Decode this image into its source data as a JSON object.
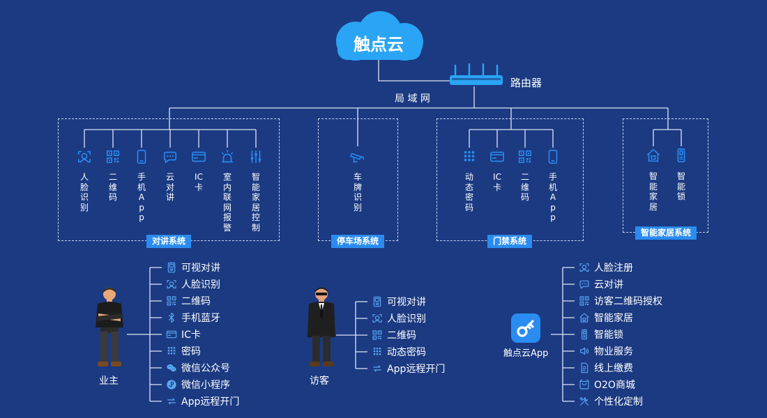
{
  "cloud": {
    "label": "触点云"
  },
  "router": {
    "label": "路由器"
  },
  "lan": {
    "label": "局 域 网"
  },
  "systems": [
    {
      "tag": "对讲系统",
      "devices": [
        {
          "icon": "face-id-icon",
          "label": "人脸识别"
        },
        {
          "icon": "qr-code-icon",
          "label": "二维码"
        },
        {
          "icon": "phone-icon",
          "label": "手机App"
        },
        {
          "icon": "chat-bubble-icon",
          "label": "云对讲"
        },
        {
          "icon": "card-icon",
          "label": "IC卡"
        },
        {
          "icon": "alarm-light-icon",
          "label": "室内联网报警"
        },
        {
          "icon": "sliders-icon",
          "label": "智能家居控制"
        }
      ]
    },
    {
      "tag": "停车场系统",
      "devices": [
        {
          "icon": "camera-icon",
          "label": "车牌识别"
        }
      ]
    },
    {
      "tag": "门禁系统",
      "devices": [
        {
          "icon": "keypad-icon",
          "label": "动态密码"
        },
        {
          "icon": "card-icon",
          "label": "IC卡"
        },
        {
          "icon": "qr-code-icon",
          "label": "二维码"
        },
        {
          "icon": "phone-icon",
          "label": "手机App"
        }
      ]
    },
    {
      "tag": "智能家居系统",
      "devices": [
        {
          "icon": "home-icon",
          "label": "智能家居"
        },
        {
          "icon": "smart-lock-icon",
          "label": "智能锁"
        }
      ]
    }
  ],
  "owner": {
    "label": "业主",
    "items": [
      {
        "icon": "intercom-icon",
        "label": "可视对讲"
      },
      {
        "icon": "face-id-icon",
        "label": "人脸识别"
      },
      {
        "icon": "qr-code-icon",
        "label": "二维码"
      },
      {
        "icon": "bluetooth-icon",
        "label": "手机蓝牙"
      },
      {
        "icon": "card-icon",
        "label": "IC卡"
      },
      {
        "icon": "keypad-icon",
        "label": "密码"
      },
      {
        "icon": "wechat-icon",
        "label": "微信公众号"
      },
      {
        "icon": "mini-program-icon",
        "label": "微信小程序"
      },
      {
        "icon": "remote-door-icon",
        "label": "App远程开门"
      }
    ]
  },
  "visitor": {
    "label": "访客",
    "items": [
      {
        "icon": "intercom-icon",
        "label": "可视对讲"
      },
      {
        "icon": "face-id-icon",
        "label": "人脸识别"
      },
      {
        "icon": "qr-code-icon",
        "label": "二维码"
      },
      {
        "icon": "keypad-icon",
        "label": "动态密码"
      },
      {
        "icon": "remote-door-icon",
        "label": "App远程开门"
      }
    ]
  },
  "app": {
    "label": "触点云App",
    "items": [
      {
        "icon": "face-id-icon",
        "label": "人脸注册"
      },
      {
        "icon": "chat-bubble-icon",
        "label": "云对讲"
      },
      {
        "icon": "qr-code-icon",
        "label": "访客二维码授权"
      },
      {
        "icon": "home-icon",
        "label": "智能家居"
      },
      {
        "icon": "smart-lock-icon",
        "label": "智能锁"
      },
      {
        "icon": "speaker-icon",
        "label": "物业服务"
      },
      {
        "icon": "bill-icon",
        "label": "线上缴费"
      },
      {
        "icon": "shop-icon",
        "label": "O2O商城"
      },
      {
        "icon": "tools-icon",
        "label": "个性化定制"
      }
    ]
  },
  "colors": {
    "background": "#1b3a82",
    "accent": "#2a8cf0",
    "cloud": "#2aa4f4",
    "line": "#dfe6f6"
  }
}
